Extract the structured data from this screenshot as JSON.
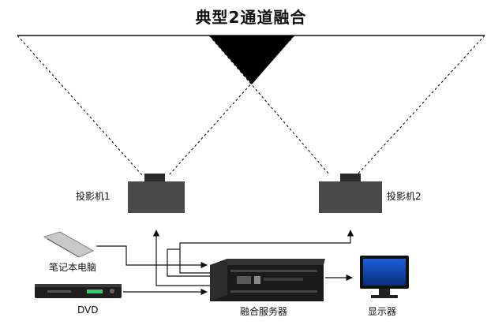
{
  "title": "典型2通道融合",
  "labels": {
    "projector1": "投影机1",
    "projector2": "投影机2",
    "laptop": "笔记本电脑",
    "dvd": "DVD",
    "server": "融合服务器",
    "monitor": "显示器"
  },
  "colors": {
    "projector_body": "#4a4a4a",
    "projector_lens": "#2a2a2a",
    "overlap_zone": "#000000",
    "line": "#111111"
  }
}
